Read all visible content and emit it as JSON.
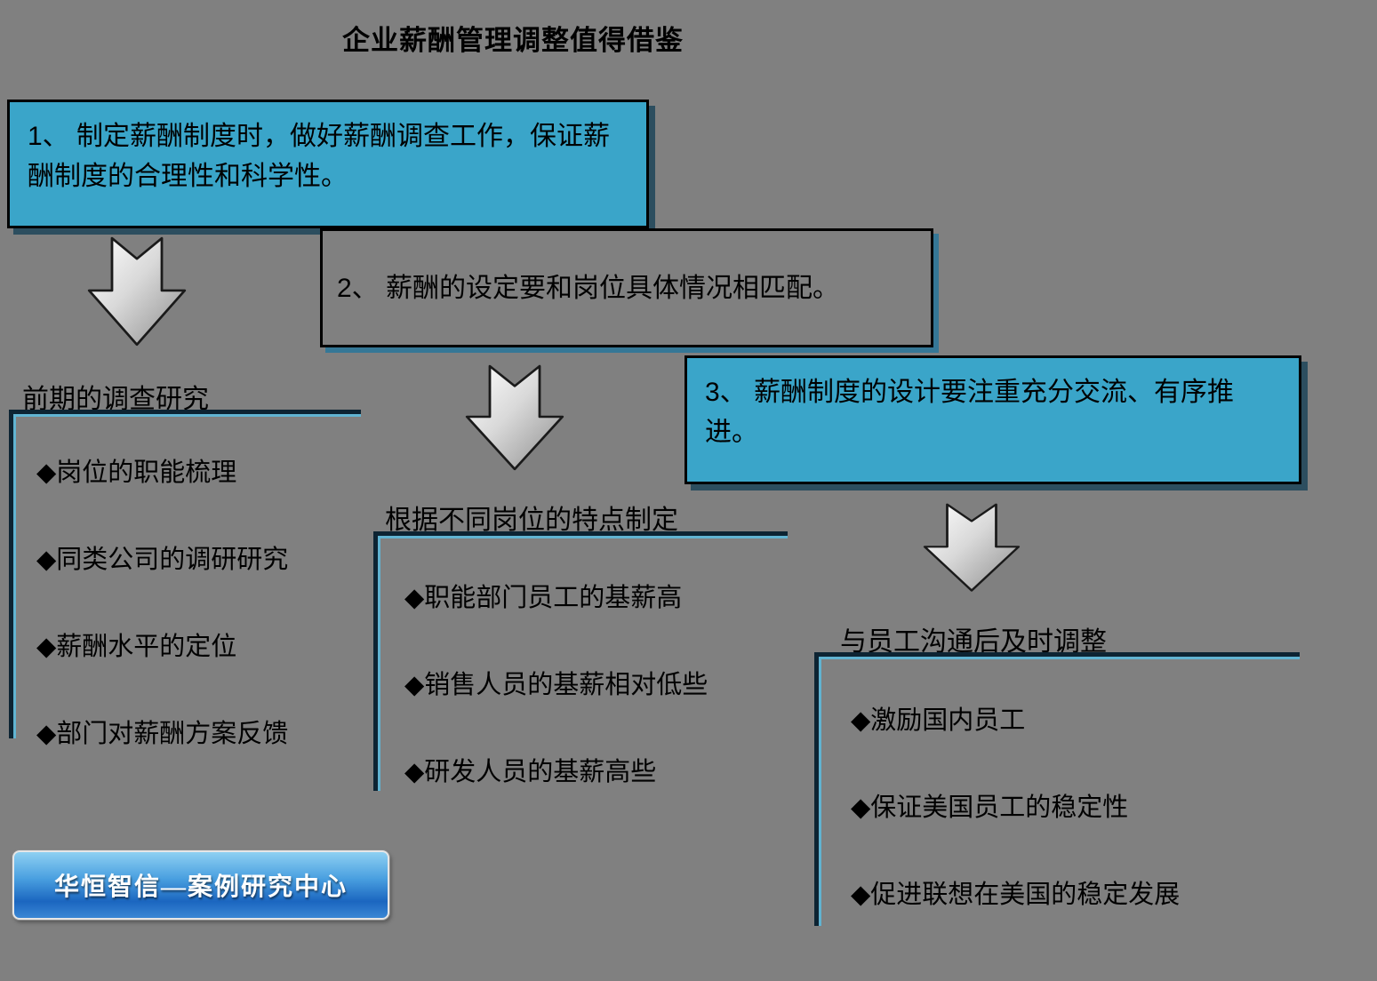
{
  "title": "企业薪酬管理调整值得借鉴",
  "boxes": [
    {
      "label": "1、 制定薪酬制度时，做好薪酬调查工作，保证薪酬制度的合理性和科学性。"
    },
    {
      "label": "2、 薪酬的设定要和岗位具体情况相匹配。"
    },
    {
      "label": "3、 薪酬制度的设计要注重充分交流、有序推进。"
    }
  ],
  "sections": [
    {
      "header": "前期的调查研究",
      "items": [
        "◆岗位的职能梳理",
        "◆同类公司的调研研究",
        "◆薪酬水平的定位",
        "◆部门对薪酬方案反馈"
      ]
    },
    {
      "header": "根据不同岗位的特点制定",
      "items": [
        "◆职能部门员工的基薪高",
        "◆销售人员的基薪相对低些",
        "◆研发人员的基薪高些"
      ]
    },
    {
      "header": "与员工沟通后及时调整",
      "items": [
        "◆激励国内员工",
        "◆保证美国员工的稳定性",
        "◆促进联想在美国的稳定发展"
      ]
    }
  ],
  "badge": "华恒智信—案例研究中心",
  "colors": {
    "background_gray": "#808080",
    "accent_blue": "#3aa5c9",
    "frame_dark": "#0d2433",
    "frame_highlight": "#5fb6d6",
    "badge_blue": "#1b66c0",
    "text": "#000000"
  }
}
